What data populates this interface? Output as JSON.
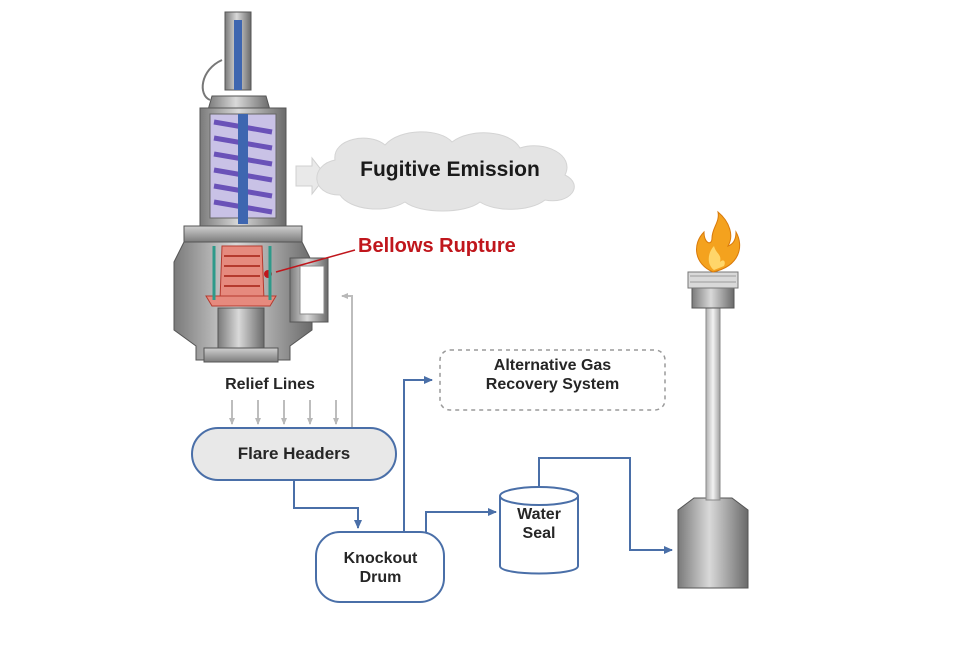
{
  "labels": {
    "fugitive_emission": "Fugitive Emission",
    "bellows_rupture": "Bellows Rupture",
    "relief_lines": "Relief Lines",
    "flare_headers": "Flare Headers",
    "alternative_gas_line1": "Alternative Gas",
    "alternative_gas_line2": "Recovery System",
    "knockout_line1": "Knockout",
    "knockout_line2": "Drum",
    "water_seal_line1": "Water",
    "water_seal_line2": "Seal"
  },
  "colors": {
    "flow_line": "#4a6fa8",
    "rupture_text": "#c0161c",
    "spring": "#9a7fd0",
    "cloud": "#e4e4e4",
    "flame": "#f4a21e"
  }
}
